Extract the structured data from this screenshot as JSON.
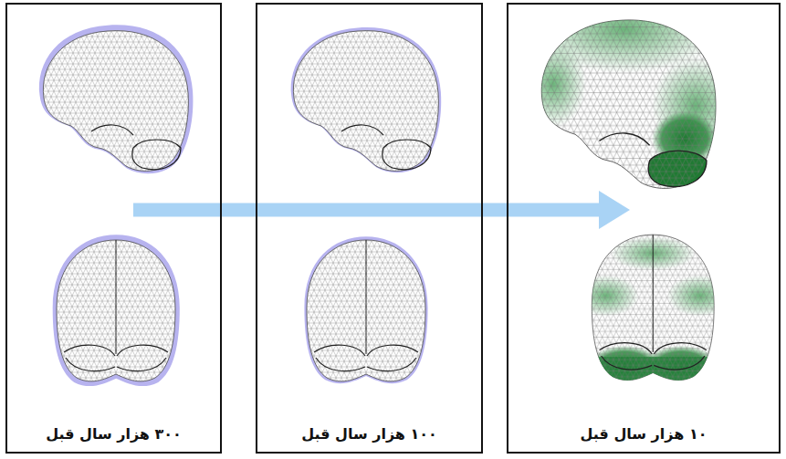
{
  "diagram": {
    "nodes": [
      {
        "text": [
          "۳۰۰ هزار سال قبل"
        ]
      },
      {
        "text": [
          "۱۰۰ هزار سال قبل"
        ]
      },
      {
        "text": [
          "۱۰ هزار سال قبل"
        ]
      }
    ],
    "edges": [
      {
        "from": 0,
        "to": 2,
        "arrow": "to"
      }
    ]
  }
}
